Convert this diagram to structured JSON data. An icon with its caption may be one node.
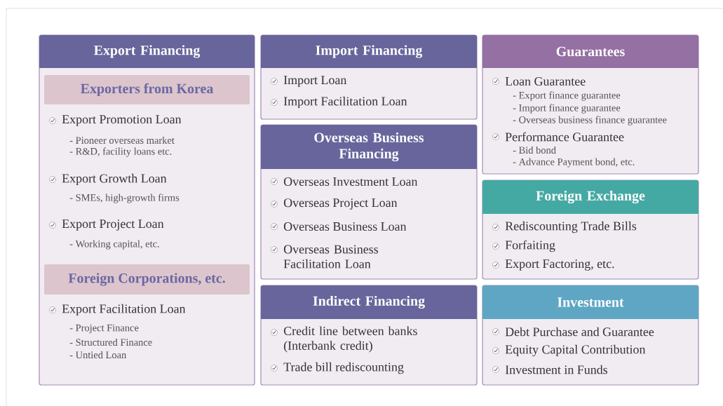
{
  "diagram": {
    "nodes": [
      {
        "text": [
          "Export Financing",
          "Export Promotion Loan",
          "- Pioneer overseas market",
          "- R&D, facility loans etc.",
          "Export Growth Loan",
          "- SMEs, high-growth firms",
          "Export Project Loan",
          "- Working capital, etc.",
          "Export Facilitation Loan",
          "- Project Finance",
          "- Structured Finance",
          "- Untied Loan"
        ]
      },
      {
        "text": [
          "Exporters from Korea"
        ],
        "in": 0
      },
      {
        "text": [
          "Foreign Corporations, etc."
        ],
        "in": 0
      },
      {
        "text": [
          "Import Financing",
          "Import Loan",
          "Import Facilitation Loan"
        ]
      },
      {
        "text": [
          "Overseas Business Financing",
          "Overseas Investment Loan",
          "Overseas Project Loan",
          "Overseas Business Loan",
          "Overseas Business Facilitation Loan"
        ]
      },
      {
        "text": [
          "Indirect Financing",
          "Credit line between banks (Interbank credit)",
          "Trade bill rediscounting"
        ]
      },
      {
        "text": [
          "Guarantees",
          "Loan Guarantee",
          "- Export finance guarantee",
          "- Import finance guarantee",
          "- Overseas business finance guarantee",
          "Performance Guarantee",
          "- Bid bond",
          "- Advance Payment bond, etc."
        ]
      },
      {
        "text": [
          "Foreign Exchange",
          "Rediscounting Trade Bills",
          "Forfaiting",
          "Export Factoring, etc."
        ]
      },
      {
        "text": [
          "Investment",
          "Debt Purchase and Guarantee",
          "Equity Capital Contribution",
          "Investment in Funds"
        ]
      }
    ]
  }
}
